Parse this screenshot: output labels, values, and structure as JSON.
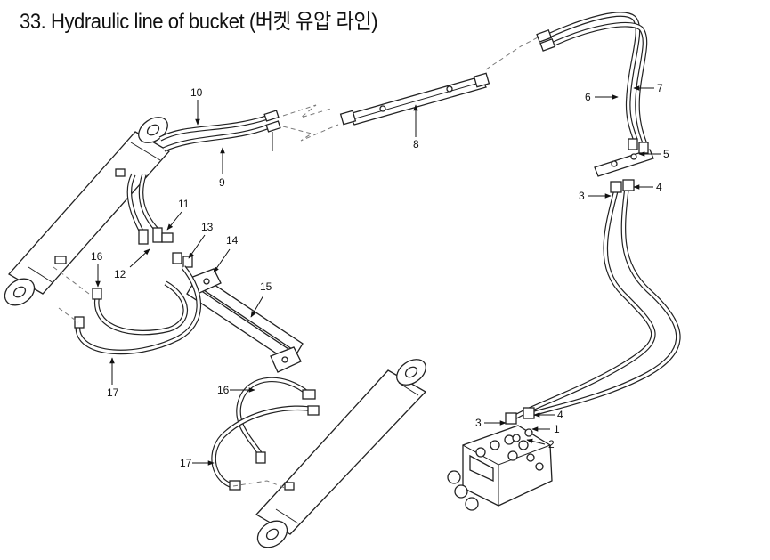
{
  "title": "33. Hydraulic line of bucket (버켓 유압 라인)",
  "callouts": {
    "c1": "1",
    "c2": "2",
    "c3a": "3",
    "c3b": "3",
    "c4a": "4",
    "c4b": "4",
    "c5": "5",
    "c6": "6",
    "c7": "7",
    "c8": "8",
    "c9": "9",
    "c10": "10",
    "c11": "11",
    "c12": "12",
    "c13": "13",
    "c14": "14",
    "c15": "15",
    "c16a": "16",
    "c16b": "16",
    "c17a": "17",
    "c17b": "17"
  }
}
